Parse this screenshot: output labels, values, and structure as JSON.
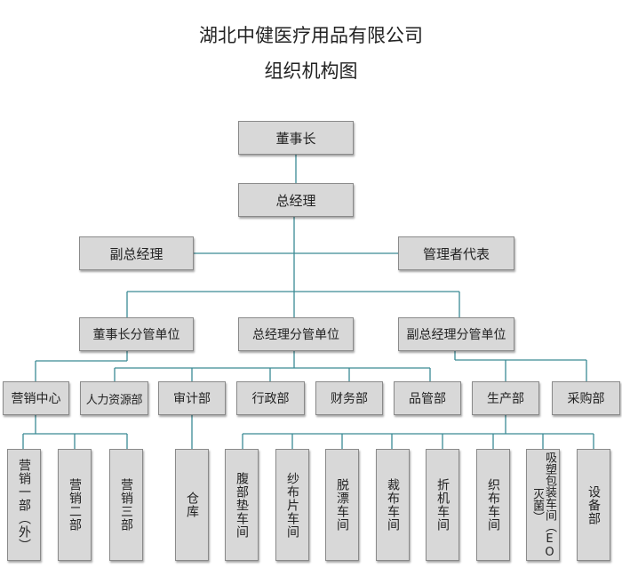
{
  "title": {
    "line1": "湖北中健医疗用品有限公司",
    "line2": "组织机构图"
  },
  "colors": {
    "box_fill": "#d8d8d8",
    "box_border": "#8a8a8a",
    "line": "#3a8a94"
  },
  "nodes": {
    "chairman": "董事长",
    "gm": "总经理",
    "deputy_gm": "副总经理",
    "mgmt_rep": "管理者代表",
    "chairman_units": "董事长分管单位",
    "gm_units": "总经理分管单位",
    "deputy_units": "副总经理分管单位",
    "marketing_center": "营销中心",
    "hr": "人力资源部",
    "audit": "审计部",
    "admin": "行政部",
    "finance": "财务部",
    "quality": "品管部",
    "production": "生产部",
    "purchasing": "采购部",
    "sales1": "营销一部（外）",
    "sales2": "营销二部",
    "sales3": "营销三部",
    "warehouse": "仓库",
    "ws_pad": "腹部垫车间",
    "ws_gauze": "纱布片车间",
    "ws_bleach": "脱漂车间",
    "ws_cut": "裁布车间",
    "ws_fold": "折机车间",
    "ws_weave": "织布车间",
    "ws_pack": "吸塑包装车间（EO灭菌）",
    "equipment": "设备部"
  }
}
